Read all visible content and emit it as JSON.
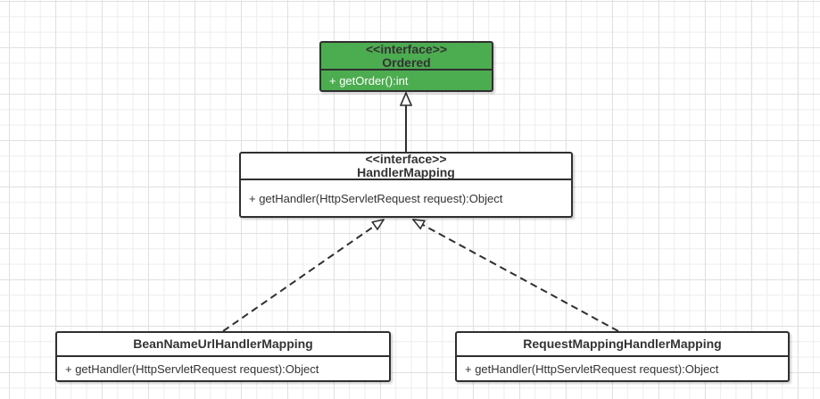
{
  "uml": {
    "colors": {
      "interface_fill": "#4CAC50",
      "stroke": "#2F2F2F",
      "box_fill": "#FFFFFF",
      "text_dark": "#333333",
      "text_on_green": "#FFFFFF",
      "grid_minor": "#EDEDED",
      "grid_major": "#E1E1E1"
    },
    "classes": [
      {
        "id": "ordered",
        "stereotype": "<<interface>>",
        "name": "Ordered",
        "methods": [
          "+ getOrder():int"
        ],
        "fill": "green"
      },
      {
        "id": "handler-mapping",
        "stereotype": "<<interface>>",
        "name": "HandlerMapping",
        "methods": [
          "+ getHandler(HttpServletRequest request):Object"
        ],
        "fill": "white"
      },
      {
        "id": "bean-name-url-handler-mapping",
        "stereotype": "",
        "name": "BeanNameUrlHandlerMapping",
        "methods": [
          "+ getHandler(HttpServletRequest request):Object"
        ],
        "fill": "white"
      },
      {
        "id": "request-mapping-handler-mapping",
        "stereotype": "",
        "name": "RequestMappingHandlerMapping",
        "methods": [
          "+ getHandler(HttpServletRequest request):Object"
        ],
        "fill": "white"
      }
    ],
    "relations": [
      {
        "from": "HandlerMapping",
        "to": "Ordered",
        "type": "generalization",
        "line": "solid",
        "arrowhead": "hollow-triangle"
      },
      {
        "from": "BeanNameUrlHandlerMapping",
        "to": "HandlerMapping",
        "type": "realization",
        "line": "dashed",
        "arrowhead": "hollow-triangle"
      },
      {
        "from": "RequestMappingHandlerMapping",
        "to": "HandlerMapping",
        "type": "realization",
        "line": "dashed",
        "arrowhead": "hollow-triangle"
      }
    ]
  }
}
